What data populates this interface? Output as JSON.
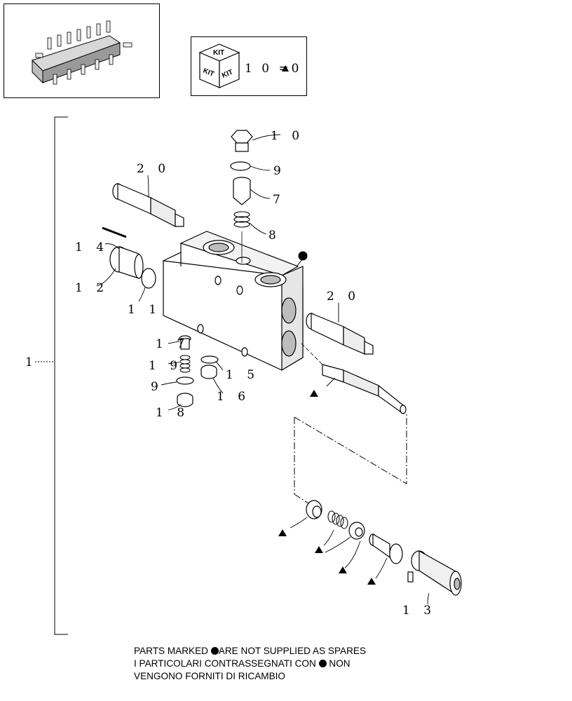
{
  "kit_legend": {
    "icon_word": "KIT",
    "callout": "1 0 =0"
  },
  "callouts": {
    "c10": "1 0",
    "c9a": "9",
    "c7": "7",
    "c8": "8",
    "c20a": "2 0",
    "c20b": "2 0",
    "c14": "1 4",
    "c12": "1 2",
    "c11": "1 1",
    "c17": "1 7",
    "c19": "1 9",
    "c9b": "9",
    "c18": "1 8",
    "c15": "1 5",
    "c16": "1 6",
    "c13": "1 3",
    "c1": "1"
  },
  "footnote": {
    "line1a": "PARTS MARKED ",
    "line1b": "ARE NOT SUPPLIED AS SPARES",
    "line2a": "I  PARTICOLARI  CONTRASSEGNATI  CON ",
    "line2b": " NON",
    "line3": "VENGONO FORNITI DI RICAMBIO"
  },
  "colors": {
    "line": "#000000",
    "shade": "#bdbdbd",
    "background": "#ffffff"
  }
}
